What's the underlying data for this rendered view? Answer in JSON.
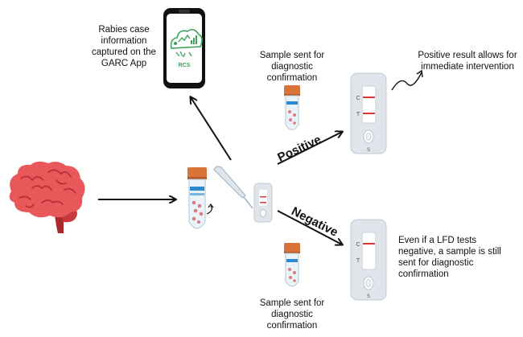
{
  "labels": {
    "app_caption": "Rabies case information captured on the GARC App",
    "app_logo_text": "RCS",
    "sample_top": "Sample sent for diagnostic confirmation",
    "sample_bottom": "Sample sent for diagnostic confirmation",
    "positive_note": "Positive result allows for immediate intervention",
    "negative_note": "Even if a LFD tests negative, a sample is still sent for diagnostic confirmation",
    "positive_arrow": "Positive",
    "negative_arrow": "Negative"
  },
  "test_strip": {
    "control_mark": "C",
    "test_mark": "T",
    "sample_mark": "S"
  },
  "colors": {
    "line_red": "#d93636",
    "tube_cap": "#d9733a",
    "logo_green": "#3aa35a",
    "brain": "#e8585a",
    "stem": "#a8282d",
    "device": "#dfe5ea"
  }
}
